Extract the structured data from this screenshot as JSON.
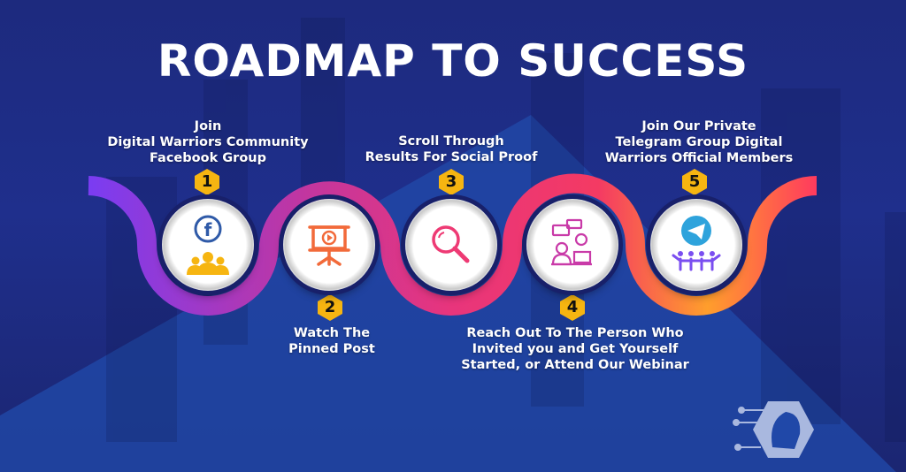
{
  "title": "ROADMAP TO SUCCESS",
  "colors": {
    "background": "#1f2f8c",
    "badge": "#f6b511",
    "path_start": "#7a3cf2",
    "path_mid": "#e6357a",
    "path_orange": "#ff9e2c",
    "path_end": "#ff3a5e"
  },
  "steps": [
    {
      "number": "1",
      "lines": [
        "Join",
        "Digital Warriors Community",
        "Facebook Group"
      ],
      "icon": "facebook-group-icon"
    },
    {
      "number": "2",
      "lines": [
        "Watch The",
        "Pinned Post"
      ],
      "icon": "presentation-video-icon"
    },
    {
      "number": "3",
      "lines": [
        "Scroll Through",
        "Results For Social Proof"
      ],
      "icon": "magnifier-icon"
    },
    {
      "number": "4",
      "lines": [
        "Reach Out To The Person Who",
        "Invited you and Get Yourself",
        "Started, or Attend Our Webinar"
      ],
      "icon": "conversation-icon"
    },
    {
      "number": "5",
      "lines": [
        "Join Our Private",
        "Telegram Group Digital",
        "Warriors Official Members"
      ],
      "icon": "telegram-group-icon"
    }
  ]
}
